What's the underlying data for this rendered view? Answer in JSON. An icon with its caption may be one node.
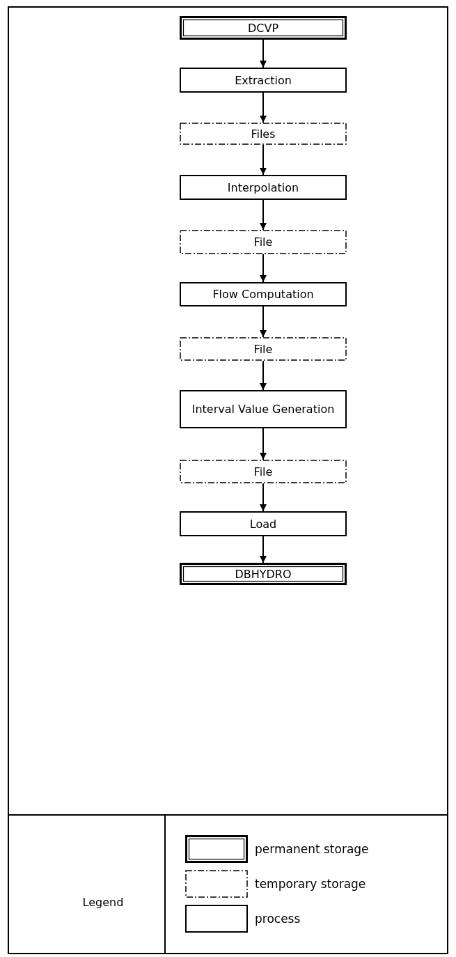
{
  "diagram": {
    "nodes": [
      {
        "text": [
          "DCVP"
        ]
      },
      {
        "text": [
          "Extraction"
        ]
      },
      {
        "text": [
          "Files"
        ]
      },
      {
        "text": [
          "Interpolation"
        ]
      },
      {
        "text": [
          "File"
        ]
      },
      {
        "text": [
          "Flow Computation"
        ]
      },
      {
        "text": [
          "File"
        ]
      },
      {
        "text": [
          "Interval Value Generation"
        ]
      },
      {
        "text": [
          "File"
        ]
      },
      {
        "text": [
          "Load"
        ]
      },
      {
        "text": [
          "DBHYDRO"
        ]
      }
    ],
    "edges": [
      {
        "from": 0,
        "to": 1,
        "arrow": "to"
      },
      {
        "from": 1,
        "to": 2,
        "arrow": "to"
      },
      {
        "from": 2,
        "to": 3,
        "arrow": "to"
      },
      {
        "from": 3,
        "to": 4,
        "arrow": "to"
      },
      {
        "from": 4,
        "to": 5,
        "arrow": "to"
      },
      {
        "from": 5,
        "to": 6,
        "arrow": "to"
      },
      {
        "from": 6,
        "to": 7,
        "arrow": "to"
      },
      {
        "from": 7,
        "to": 8,
        "arrow": "to"
      },
      {
        "from": 8,
        "to": 9,
        "arrow": "to"
      },
      {
        "from": 9,
        "to": 10,
        "arrow": "to"
      }
    ],
    "labels": [
      "Legend"
    ],
    "legend": [
      {
        "text": "permanent storage"
      },
      {
        "text": "temporary storage"
      },
      {
        "text": "process"
      }
    ]
  }
}
